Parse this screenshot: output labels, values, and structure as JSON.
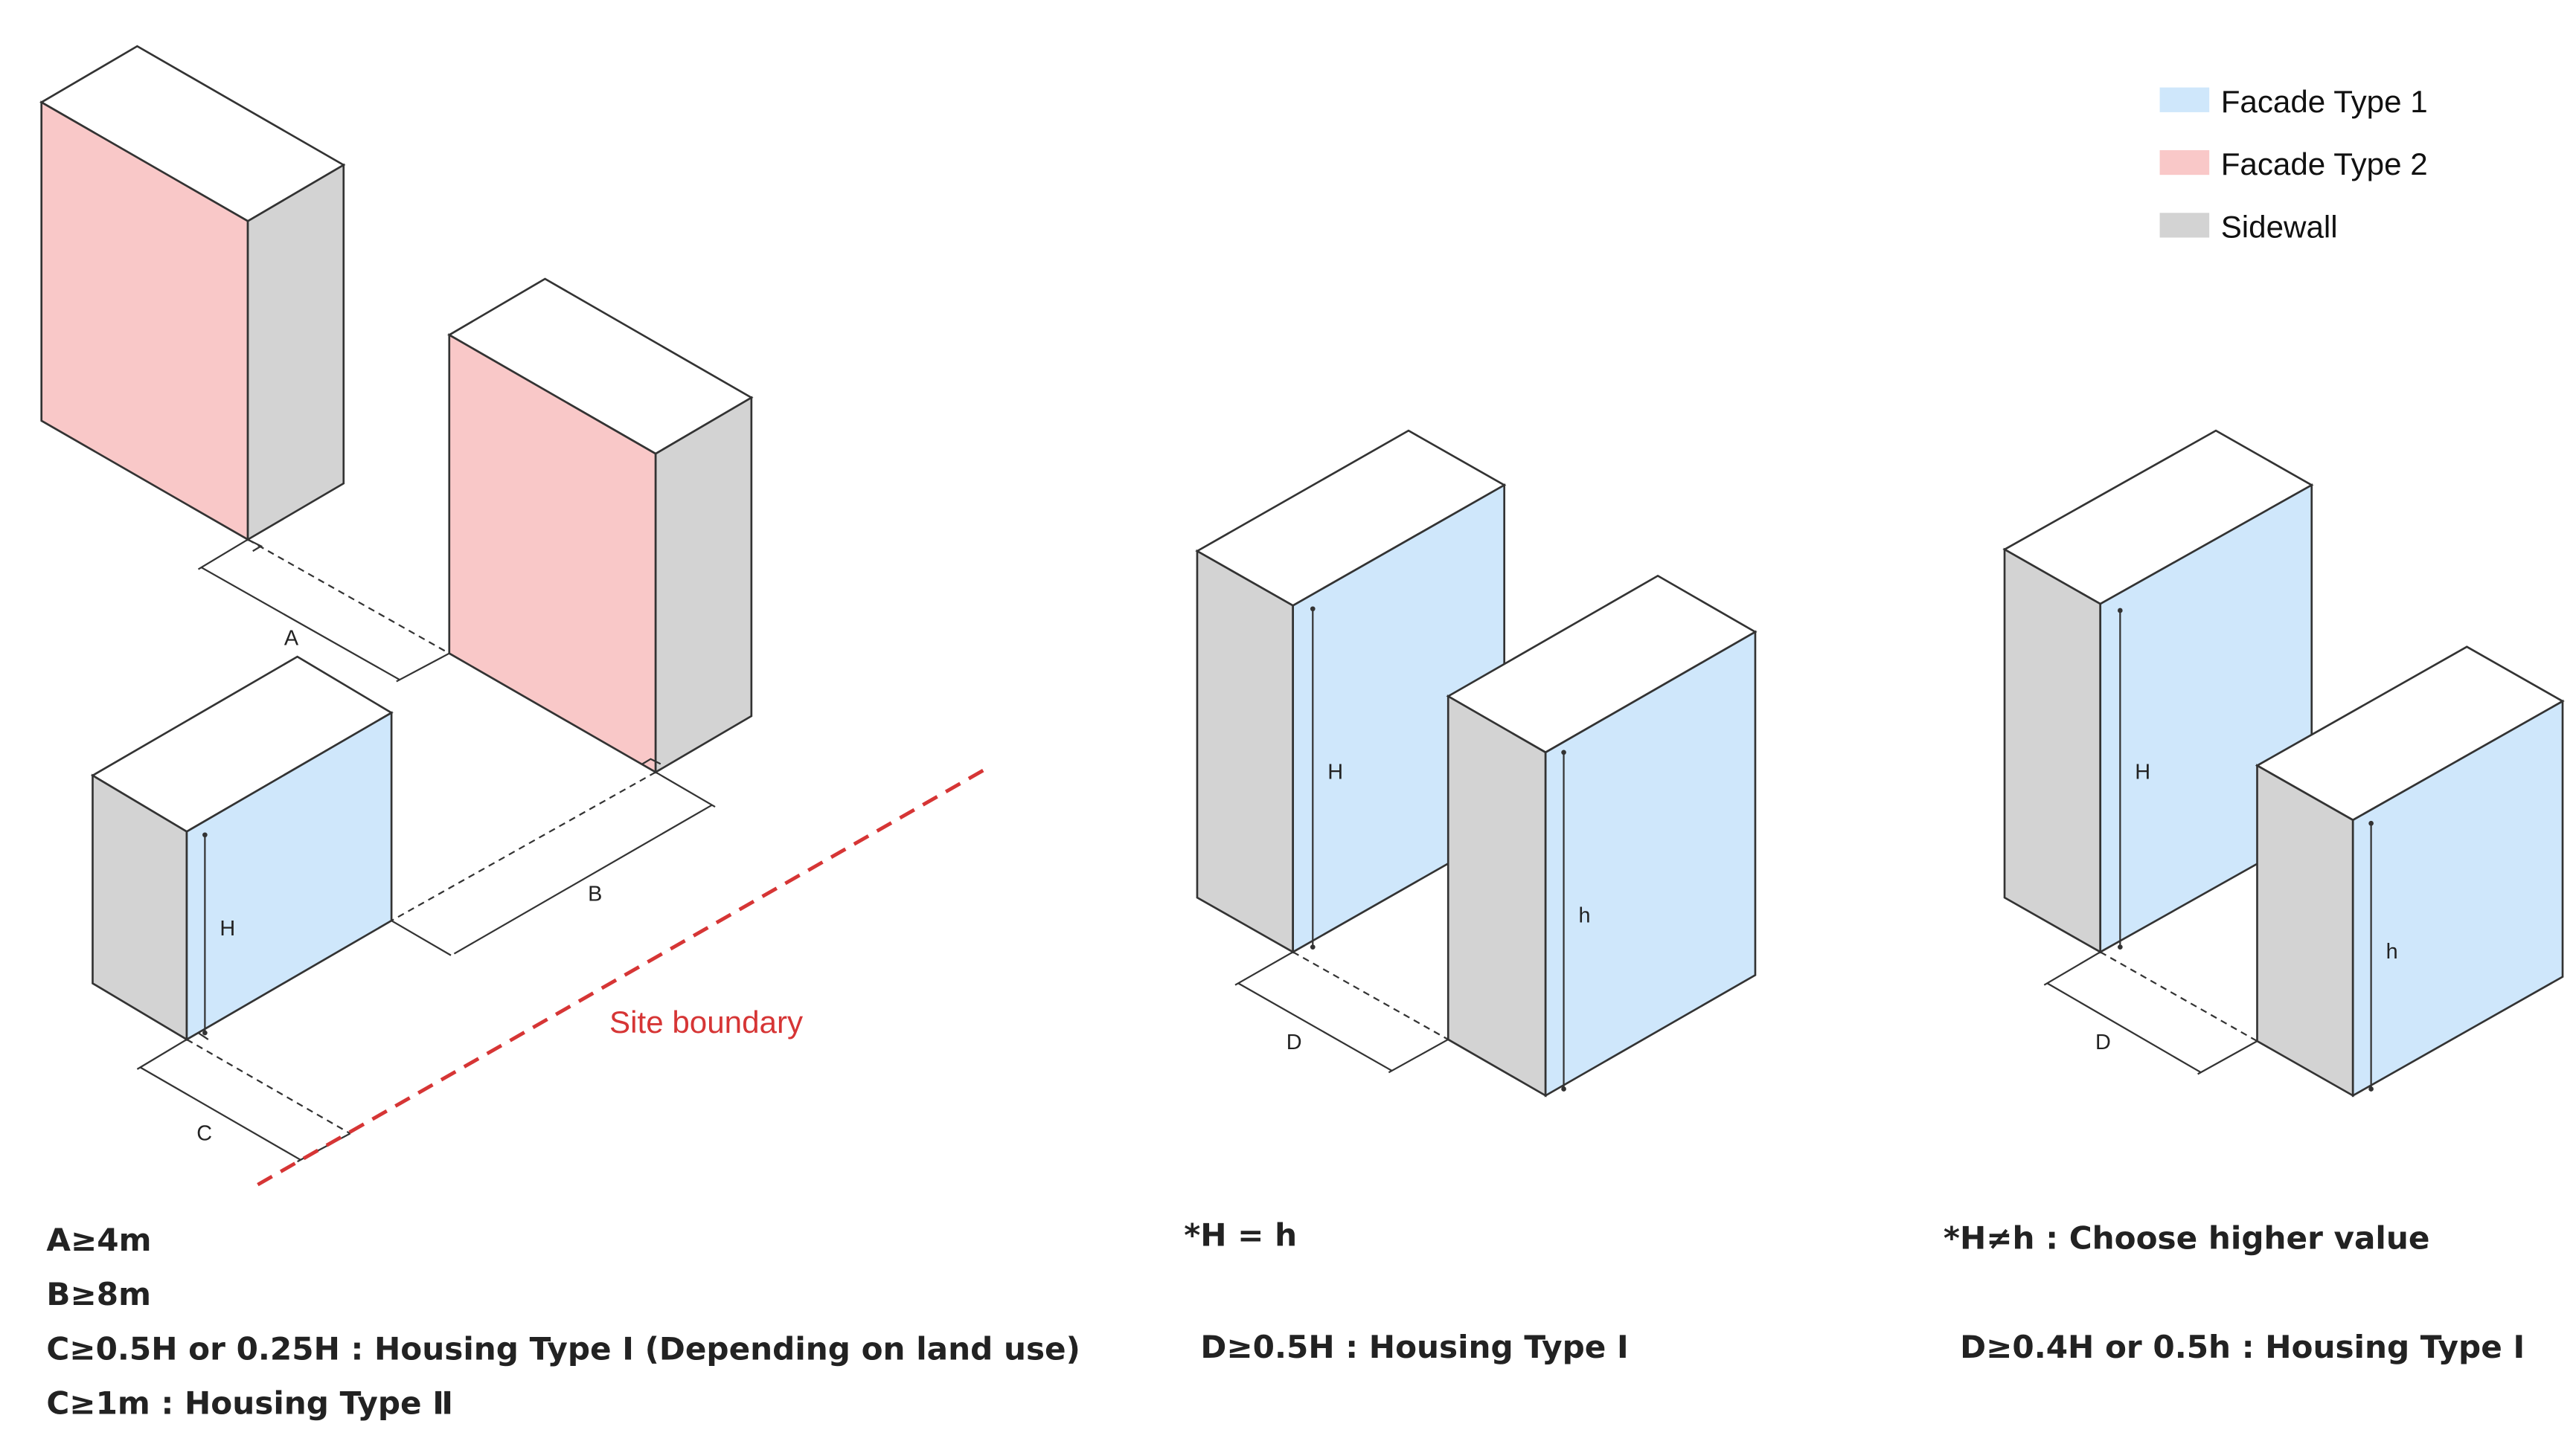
{
  "colors": {
    "facade1": "#cfe7fb",
    "facade2": "#f9c8c8",
    "sidewall": "#d3d3d3",
    "roof": "#ffffff",
    "edge": "#333333",
    "boundary": "#d63535",
    "text": "#222222"
  },
  "legend": {
    "facade1": "Facade Type 1",
    "facade2": "Facade Type 2",
    "sidewall": "Sidewall"
  },
  "diagram1": {
    "label_a": "A",
    "label_b": "B",
    "label_c": "C",
    "label_h": "H",
    "boundary_label": "Site boundary",
    "notes": [
      "A≥4m",
      "B≥8m",
      "C≥0.5H or 0.25H : Housing Type Ⅰ (Depending on land use)",
      "C≥1m : Housing Type Ⅱ"
    ]
  },
  "diagram2": {
    "label_h_upper": "H",
    "label_h_lower": "h",
    "label_d": "D",
    "condition": "*H = h",
    "rule": "D≥0.5H : Housing Type Ⅰ"
  },
  "diagram3": {
    "label_h_upper": "H",
    "label_h_lower": "h",
    "label_d": "D",
    "condition": "*H≠h : Choose higher value",
    "rule": "D≥0.4H or 0.5h : Housing Type Ⅰ"
  }
}
